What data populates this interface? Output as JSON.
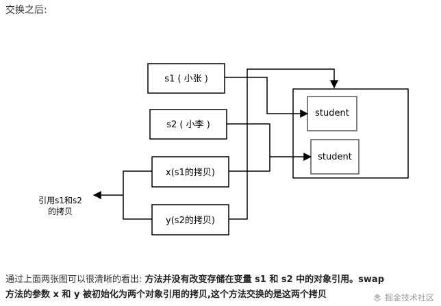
{
  "heading": "交换之后:",
  "boxes": {
    "s1": "s1 ( 小张 )",
    "s2": "s2 ( 小李 )",
    "x": "x(s1的拷贝)",
    "y": "y(s2的拷贝)",
    "student_top": "student",
    "student_bottom": "student"
  },
  "side_label": [
    "引用s1和s2",
    "的拷贝"
  ],
  "paragraph": {
    "line1_plain": "通过上面两张图可以很清晰的看出: ",
    "line1_bold": "方法并没有改变存储在变量 s1 和 s2 中的对象引用。swap",
    "line2_bold_1": "方法的参数 x 和 y 被初始化为两个对象引用的拷贝,这个方法交换的是这两个拷贝"
  },
  "watermark": "掘金技术社区"
}
